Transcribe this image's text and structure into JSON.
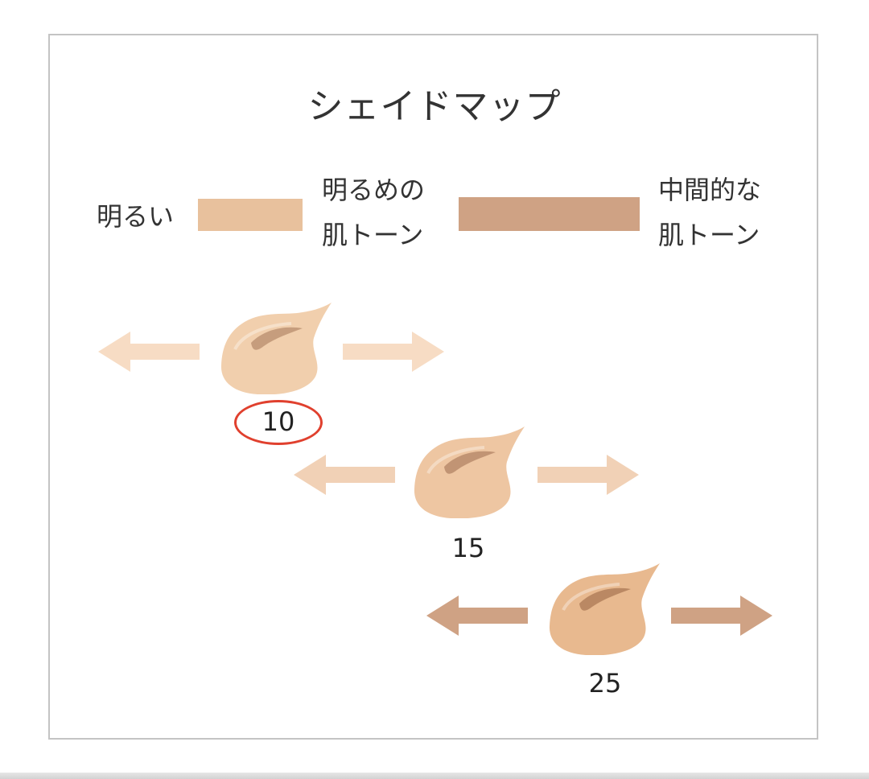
{
  "title": "シェイドマップ",
  "legend": {
    "light": {
      "label": "明るい"
    },
    "light_tone": {
      "line1": "明るめの",
      "line2": "肌トーン",
      "color": "#e8c19d"
    },
    "medium_tone": {
      "line1": "中間的な",
      "line2": "肌トーン",
      "color": "#cfa284"
    }
  },
  "shades": [
    {
      "number": "10",
      "selected": true,
      "arrow_color": "#f7dcc4",
      "swatch_color": "#f1cfad"
    },
    {
      "number": "15",
      "selected": false,
      "arrow_color": "#f1d1b6",
      "swatch_color": "#eec6a2"
    },
    {
      "number": "25",
      "selected": false,
      "arrow_color": "#cfa284",
      "swatch_color": "#e8b98f"
    }
  ],
  "colors": {
    "selection_ring": "#e0402e",
    "frame_border": "#c4c4c4"
  }
}
